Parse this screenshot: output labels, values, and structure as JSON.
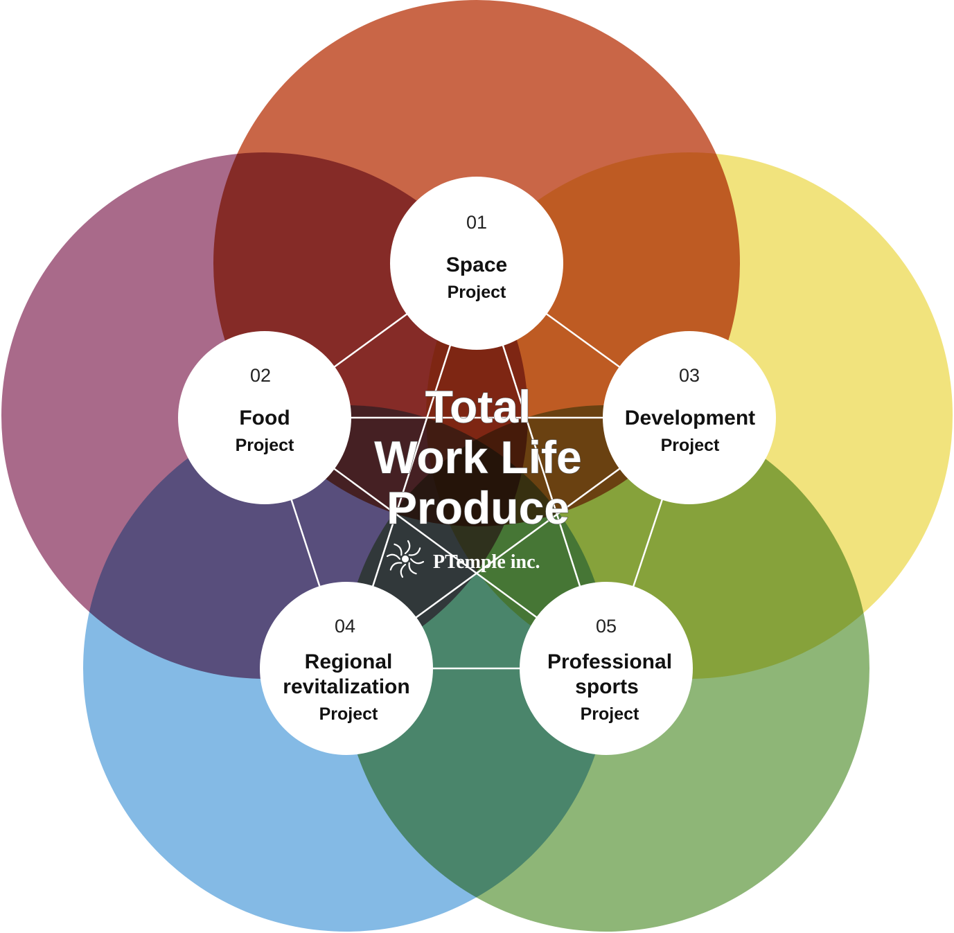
{
  "center": {
    "line1": "Total",
    "line2": "Work Life",
    "line3": "Produce"
  },
  "logo": {
    "company": "PTemple inc.",
    "icon": "spiral-sun-icon"
  },
  "petals": [
    {
      "id": "space",
      "color": "#c04b27"
    },
    {
      "id": "development",
      "color": "#efde66"
    },
    {
      "id": "professional-sports",
      "color": "#7aa95f"
    },
    {
      "id": "regional-revitalization",
      "color": "#6eaee0"
    },
    {
      "id": "food",
      "color": "#9a5075"
    }
  ],
  "nodes": [
    {
      "number": "01",
      "title_lines": [
        "Space"
      ],
      "subtitle": "Project"
    },
    {
      "number": "02",
      "title_lines": [
        "Food"
      ],
      "subtitle": "Project"
    },
    {
      "number": "03",
      "title_lines": [
        "Development"
      ],
      "subtitle": "Project"
    },
    {
      "number": "04",
      "title_lines": [
        "Regional",
        "revitalization"
      ],
      "subtitle": "Project"
    },
    {
      "number": "05",
      "title_lines": [
        "Professional",
        "sports"
      ],
      "subtitle": "Project"
    }
  ]
}
